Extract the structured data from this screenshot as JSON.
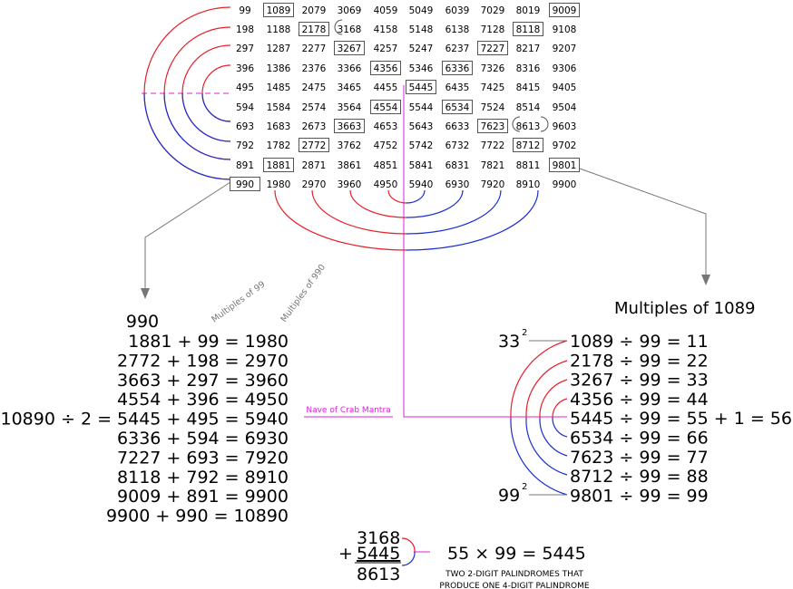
{
  "grid": {
    "columns": [
      [
        "99",
        "198",
        "297",
        "396",
        "495",
        "594",
        "693",
        "792",
        "891",
        "990"
      ],
      [
        "1089",
        "1188",
        "1287",
        "1386",
        "1485",
        "1584",
        "1683",
        "1782",
        "1881",
        "1980"
      ],
      [
        "2079",
        "2178",
        "2277",
        "2376",
        "2475",
        "2574",
        "2673",
        "2772",
        "2871",
        "2970"
      ],
      [
        "3069",
        "3168",
        "3267",
        "3366",
        "3465",
        "3564",
        "3663",
        "3762",
        "3861",
        "3960"
      ],
      [
        "4059",
        "4158",
        "4257",
        "4356",
        "4455",
        "4554",
        "4653",
        "4752",
        "4851",
        "4950"
      ],
      [
        "5049",
        "5148",
        "5247",
        "5346",
        "5445",
        "5544",
        "5643",
        "5742",
        "5841",
        "5940"
      ],
      [
        "6039",
        "6138",
        "6237",
        "6336",
        "6435",
        "6534",
        "6633",
        "6732",
        "6831",
        "6930"
      ],
      [
        "7029",
        "7128",
        "7227",
        "7326",
        "7425",
        "7524",
        "7623",
        "7722",
        "7821",
        "7920"
      ],
      [
        "8019",
        "8118",
        "8217",
        "8316",
        "8415",
        "8514",
        "8613",
        "8712",
        "8811",
        "8910"
      ],
      [
        "9009",
        "9108",
        "9207",
        "9306",
        "9405",
        "9504",
        "9603",
        "9702",
        "9801",
        "9900"
      ]
    ],
    "boxed": [
      "1089",
      "2178",
      "3267",
      "4356",
      "5445",
      "6336",
      "4554",
      "6534",
      "3663",
      "7623",
      "2772",
      "8712",
      "1881",
      "9801",
      "990",
      "9009",
      "8118",
      "7227"
    ]
  },
  "left_block": {
    "rotated_labels": [
      "Multiples of 99",
      "Multiples of 990"
    ],
    "top": "990",
    "lines": [
      "1881 +   99 = 1980",
      "2772 + 198 = 2970",
      "3663 + 297 = 3960",
      "4554 + 396 = 4950",
      "10890 ÷ 2 = 5445 + 495 = 5940",
      "6336 + 594 = 6930",
      "7227 + 693 = 7920",
      "8118 + 792 = 8910",
      "9009 + 891 = 9900",
      "9900 + 990 = 10890"
    ]
  },
  "center_label": "Nave of Crab Mantra",
  "right_block": {
    "title": "Multiples of 1089",
    "square_top_base": "33",
    "square_bottom_base": "99",
    "exponent": "2",
    "lines": [
      "1089 ÷ 99 = 11",
      "2178 ÷ 99 = 22",
      "3267 ÷ 99 = 33",
      "4356 ÷ 99 = 44",
      "5445 ÷ 99 = 55 + 1 = 56",
      "6534 ÷ 99 = 66",
      "7623 ÷ 99 = 77",
      "8712 ÷ 99 = 88",
      "9801 ÷ 99 = 99"
    ]
  },
  "bottom": {
    "addend1": "3168",
    "plus": "+",
    "addend2": "5445",
    "sum": "8613",
    "equation": "55 × 99 = 5445",
    "caption_line1": "TWO 2-DIGIT PALINDROMES THAT",
    "caption_line2": "PRODUCE ONE 4-DIGIT PALINDROME"
  },
  "colors": {
    "red": "#e8202a",
    "blue": "#1a2fd6",
    "magenta": "#dd22dd",
    "gray": "#777777"
  }
}
